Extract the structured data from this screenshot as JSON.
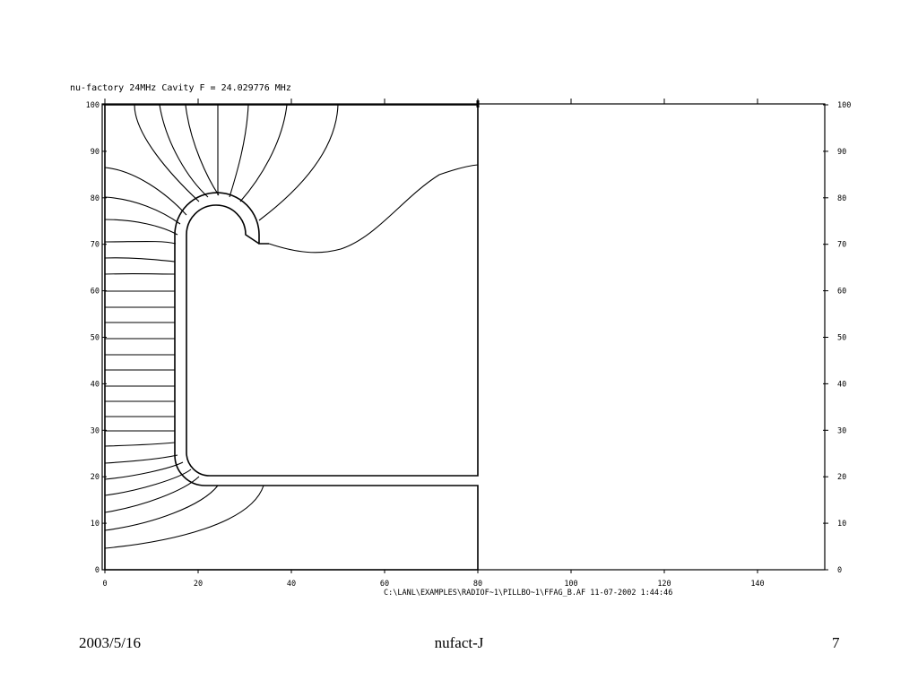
{
  "plot": {
    "title": "nu-factory 24MHz Cavity  F = 24.029776 MHz",
    "file_path": "C:\\LANL\\EXAMPLES\\RADIOF~1\\PILLBO~1\\FFAG_B.AF 11-07-2002   1:44:46",
    "x_ticks": [
      "0",
      "20",
      "40",
      "60",
      "80",
      "100",
      "120",
      "140"
    ],
    "y_ticks": [
      "0",
      "10",
      "20",
      "30",
      "40",
      "50",
      "60",
      "70",
      "80",
      "90",
      "100"
    ],
    "x_range": [
      0,
      155
    ],
    "y_range": [
      0,
      100
    ]
  },
  "footer": {
    "date": "2003/5/16",
    "center": "nufact-J",
    "page": "7"
  }
}
